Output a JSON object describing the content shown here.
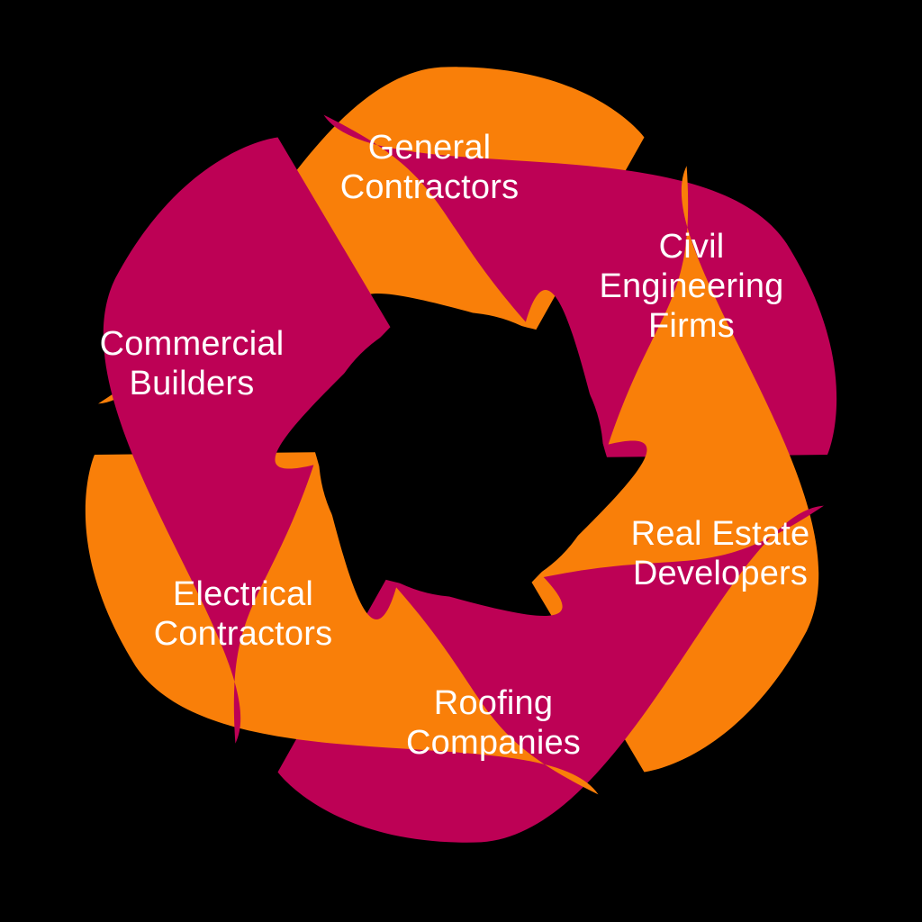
{
  "diagram": {
    "type": "circular-pinwheel-cycle",
    "background_color": "#000000",
    "hub_color": "#000000",
    "text_color": "#ffffff",
    "segment_count": 6,
    "colors": {
      "orange": "#F97F09",
      "magenta": "#BD0155"
    },
    "segments": [
      {
        "id": "general-contractors",
        "label": "General\nContractors",
        "color": "#F97F09",
        "color_name": "orange",
        "position": "top"
      },
      {
        "id": "civil-engineering-firms",
        "label": "Civil\nEngineering\nFirms",
        "color": "#BD0155",
        "color_name": "magenta",
        "position": "top-right"
      },
      {
        "id": "real-estate-developers",
        "label": "Real Estate\nDevelopers",
        "color": "#F97F09",
        "color_name": "orange",
        "position": "bottom-right"
      },
      {
        "id": "roofing-companies",
        "label": "Roofing\nCompanies",
        "color": "#BD0155",
        "color_name": "magenta",
        "position": "bottom"
      },
      {
        "id": "electrical-contractors",
        "label": "Electrical\nContractors",
        "color": "#F97F09",
        "color_name": "orange",
        "position": "bottom-left"
      },
      {
        "id": "commercial-builders",
        "label": "Commercial\nBuilders",
        "color": "#BD0155",
        "color_name": "magenta",
        "position": "top-left"
      }
    ]
  }
}
